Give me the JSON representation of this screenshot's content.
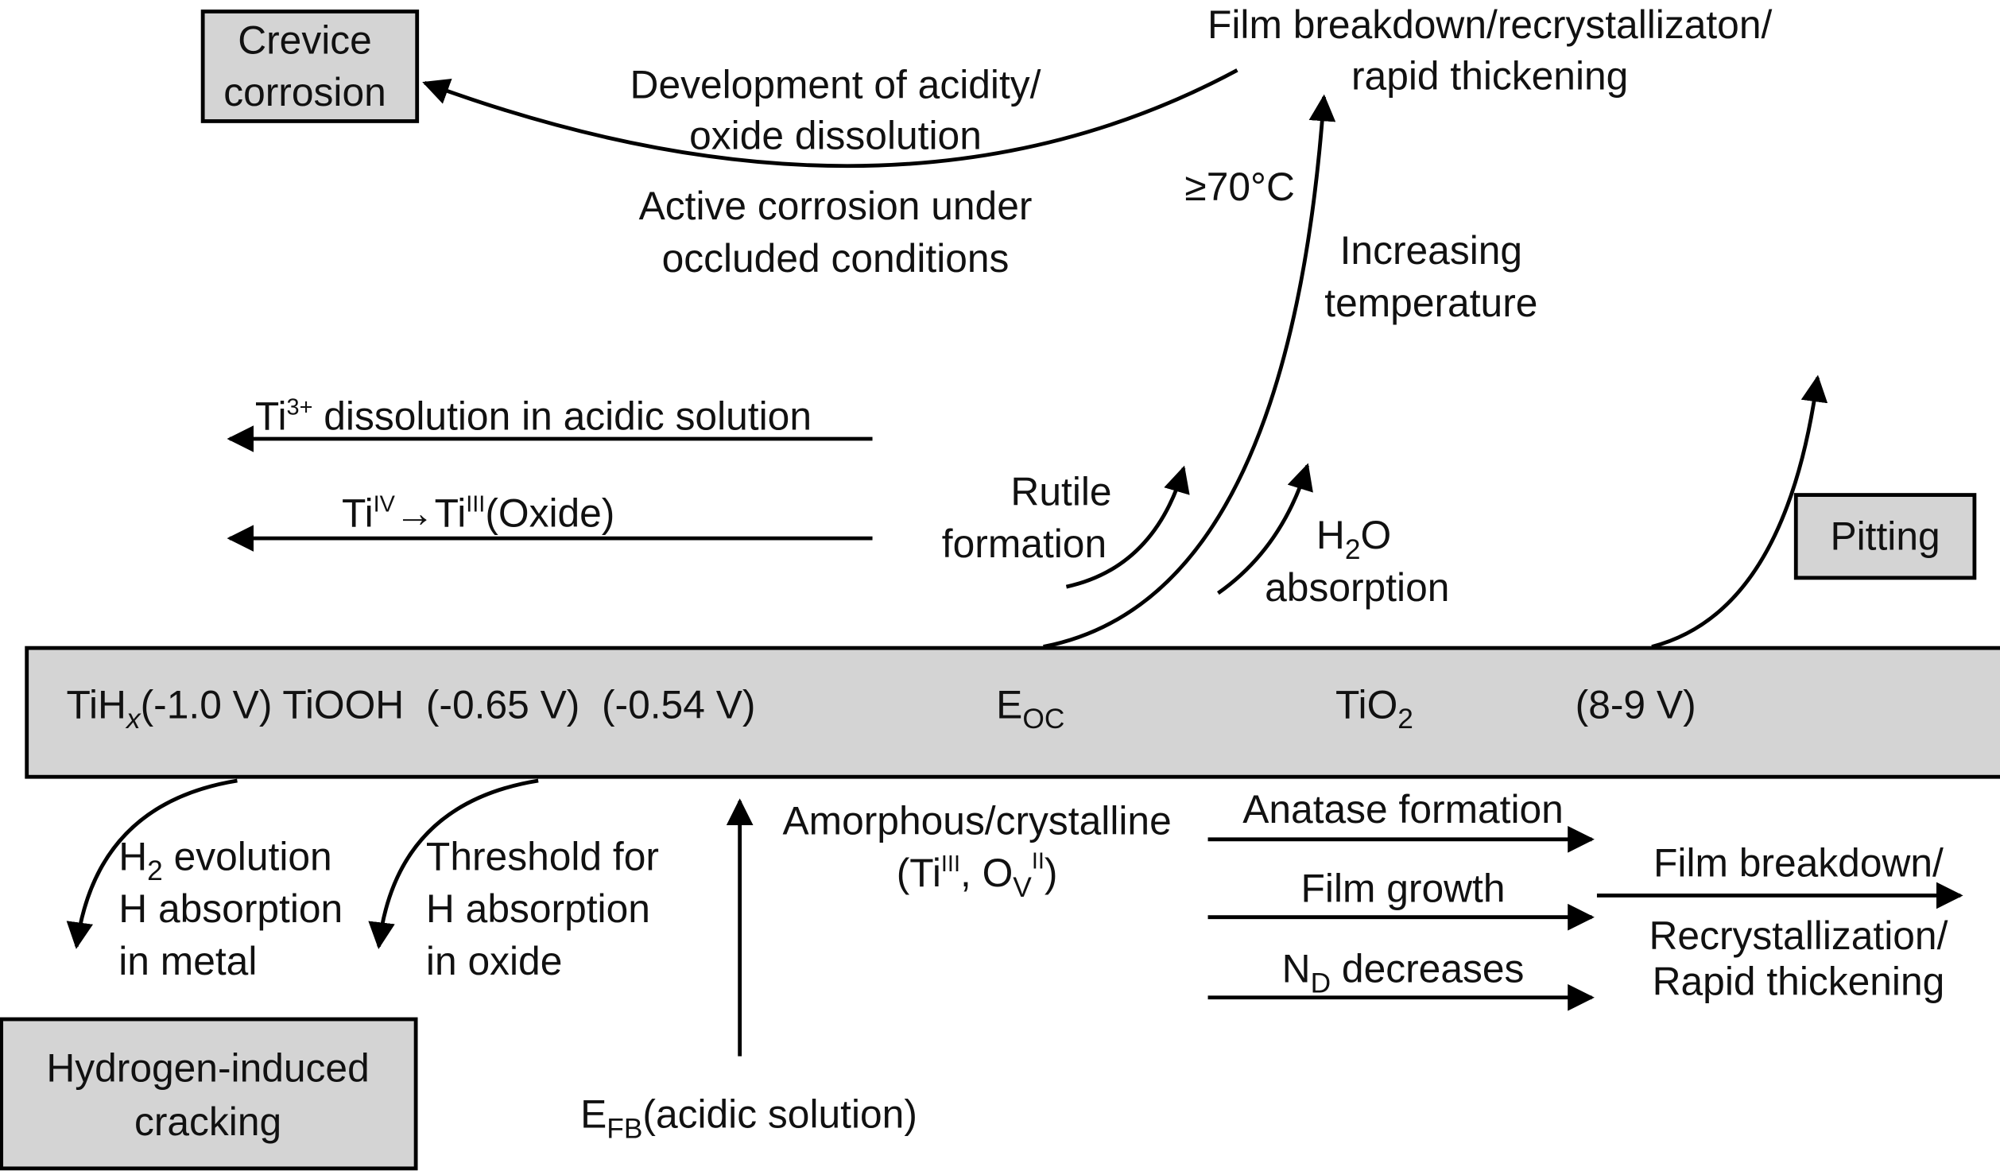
{
  "boxes": {
    "crevice": [
      "Crevice",
      "corrosion"
    ],
    "pitting": "Pitting",
    "hic": [
      "Hydrogen-induced",
      "cracking"
    ]
  },
  "top": {
    "acidity": [
      "Development of acidity/",
      "oxide dissolution"
    ],
    "active": [
      "Active corrosion under",
      "occluded conditions"
    ],
    "film": [
      "Film breakdown/recrystallizaton/",
      "rapid thickening"
    ],
    "temp_threshold": "≥70°C",
    "increasing": [
      "Increasing",
      "temperature"
    ],
    "ti3": {
      "base": "Ti",
      "sup": "3+",
      "rest": " dissolution in acidic solution"
    },
    "tiiv": {
      "a": "Ti",
      "a_sup": "IV",
      "arrow": "→",
      "b": "Ti",
      "b_sup": "III",
      "rest": "(Oxide)"
    },
    "rutile": [
      "Rutile",
      "formation"
    ],
    "h2o": {
      "h": "H",
      "sub": "2",
      "o": "O",
      "line2": "absorption"
    }
  },
  "bar": {
    "tih": "TiH",
    "x": "x",
    "values": "(-1.0 V) TiOOH  (-0.65 V)  (-0.54 V)",
    "e": "E",
    "oc": "OC",
    "tio": "TiO",
    "two": "2",
    "high": "(8-9 V)"
  },
  "bottom": {
    "h2": {
      "h": "H",
      "sub": "2",
      "rest": " evolution",
      "line2": "H absorption",
      "line3": "in metal"
    },
    "threshold": [
      "Threshold for",
      "H absorption",
      "in oxide"
    ],
    "amorphous": "Amorphous/crystalline",
    "defects": {
      "open": "(Ti",
      "ti_sup": "III",
      "mid": ", O",
      "o_sub": "V",
      "o_sup": "II",
      "close": ")"
    },
    "efb": {
      "e": "E",
      "sub": "FB",
      "rest": "(acidic solution)"
    },
    "anatase": "Anatase formation",
    "growth": "Film growth",
    "nd": {
      "n": "N",
      "sub": "D",
      "rest": " decreases"
    },
    "breakdown": [
      "Film breakdown/",
      "Recrystallization/",
      "Rapid thickening"
    ]
  }
}
